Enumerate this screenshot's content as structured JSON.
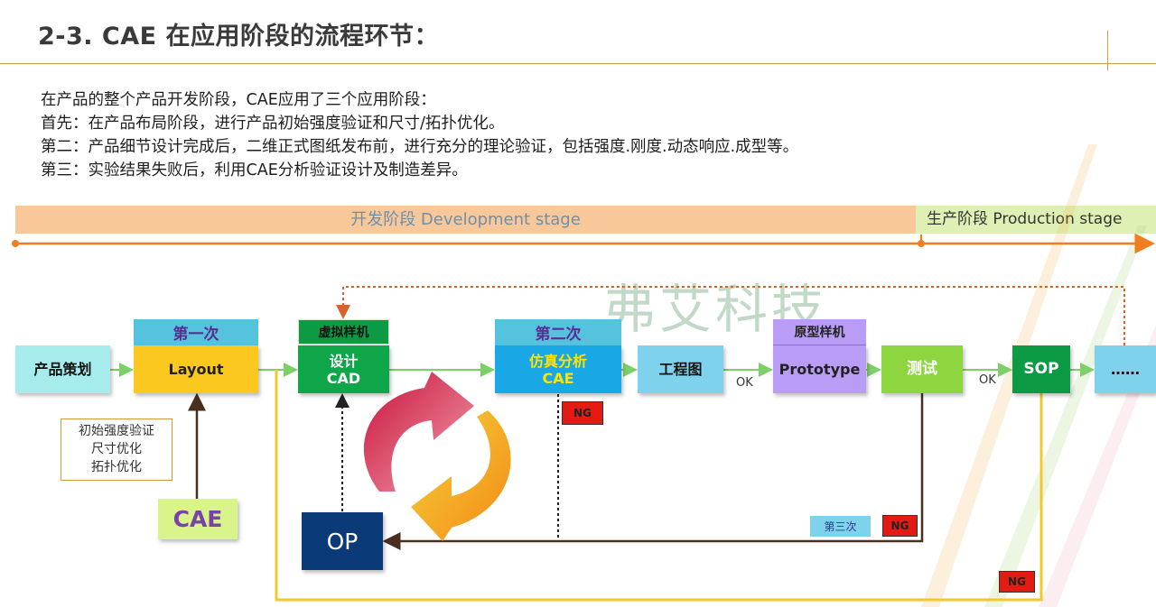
{
  "title": "2-3. CAE 在应用阶段的流程环节：",
  "intro": [
    "在产品的整个产品开发阶段，CAE应用了三个应用阶段：",
    "首先：在产品布局阶段，进行产品初始强度验证和尺寸/拓扑优化。",
    "第二：产品细节设计完成后，二维正式图纸发布前，进行充分的理论验证，包括强度.刚度.动态响应.成型等。",
    "第三：实验结果失败后，利用CAE分析验证设计及制造差异。"
  ],
  "stages": {
    "development": "开发阶段  Development stage",
    "production": "生产阶段 Production stage"
  },
  "nodes": {
    "plan": "产品策划",
    "layout": "Layout",
    "first": "第一次",
    "virtual": "虚拟样机",
    "cad_line1": "设计",
    "cad_line2": "CAD",
    "second": "第二次",
    "cae_line1": "仿真分析",
    "cae_line2": "CAE",
    "eng": "工程图",
    "proto_tag": "原型样机",
    "proto": "Prototype",
    "test": "测试",
    "sop": "SOP",
    "more": "……",
    "cae_big": "CAE",
    "op": "OP",
    "third": "第三次"
  },
  "note": [
    "初始强度验证",
    "尺寸优化",
    "拓扑优化"
  ],
  "labels": {
    "ok": "OK",
    "ng": "NG"
  },
  "watermark": "弗艾科技",
  "colors": {
    "dev_stage": "#f8c89a",
    "prod_stage": "#dff0b4",
    "timeline": "#f07d22",
    "feedback_dotted": "#d9622a",
    "loop_yellow": "#f0c92a"
  }
}
